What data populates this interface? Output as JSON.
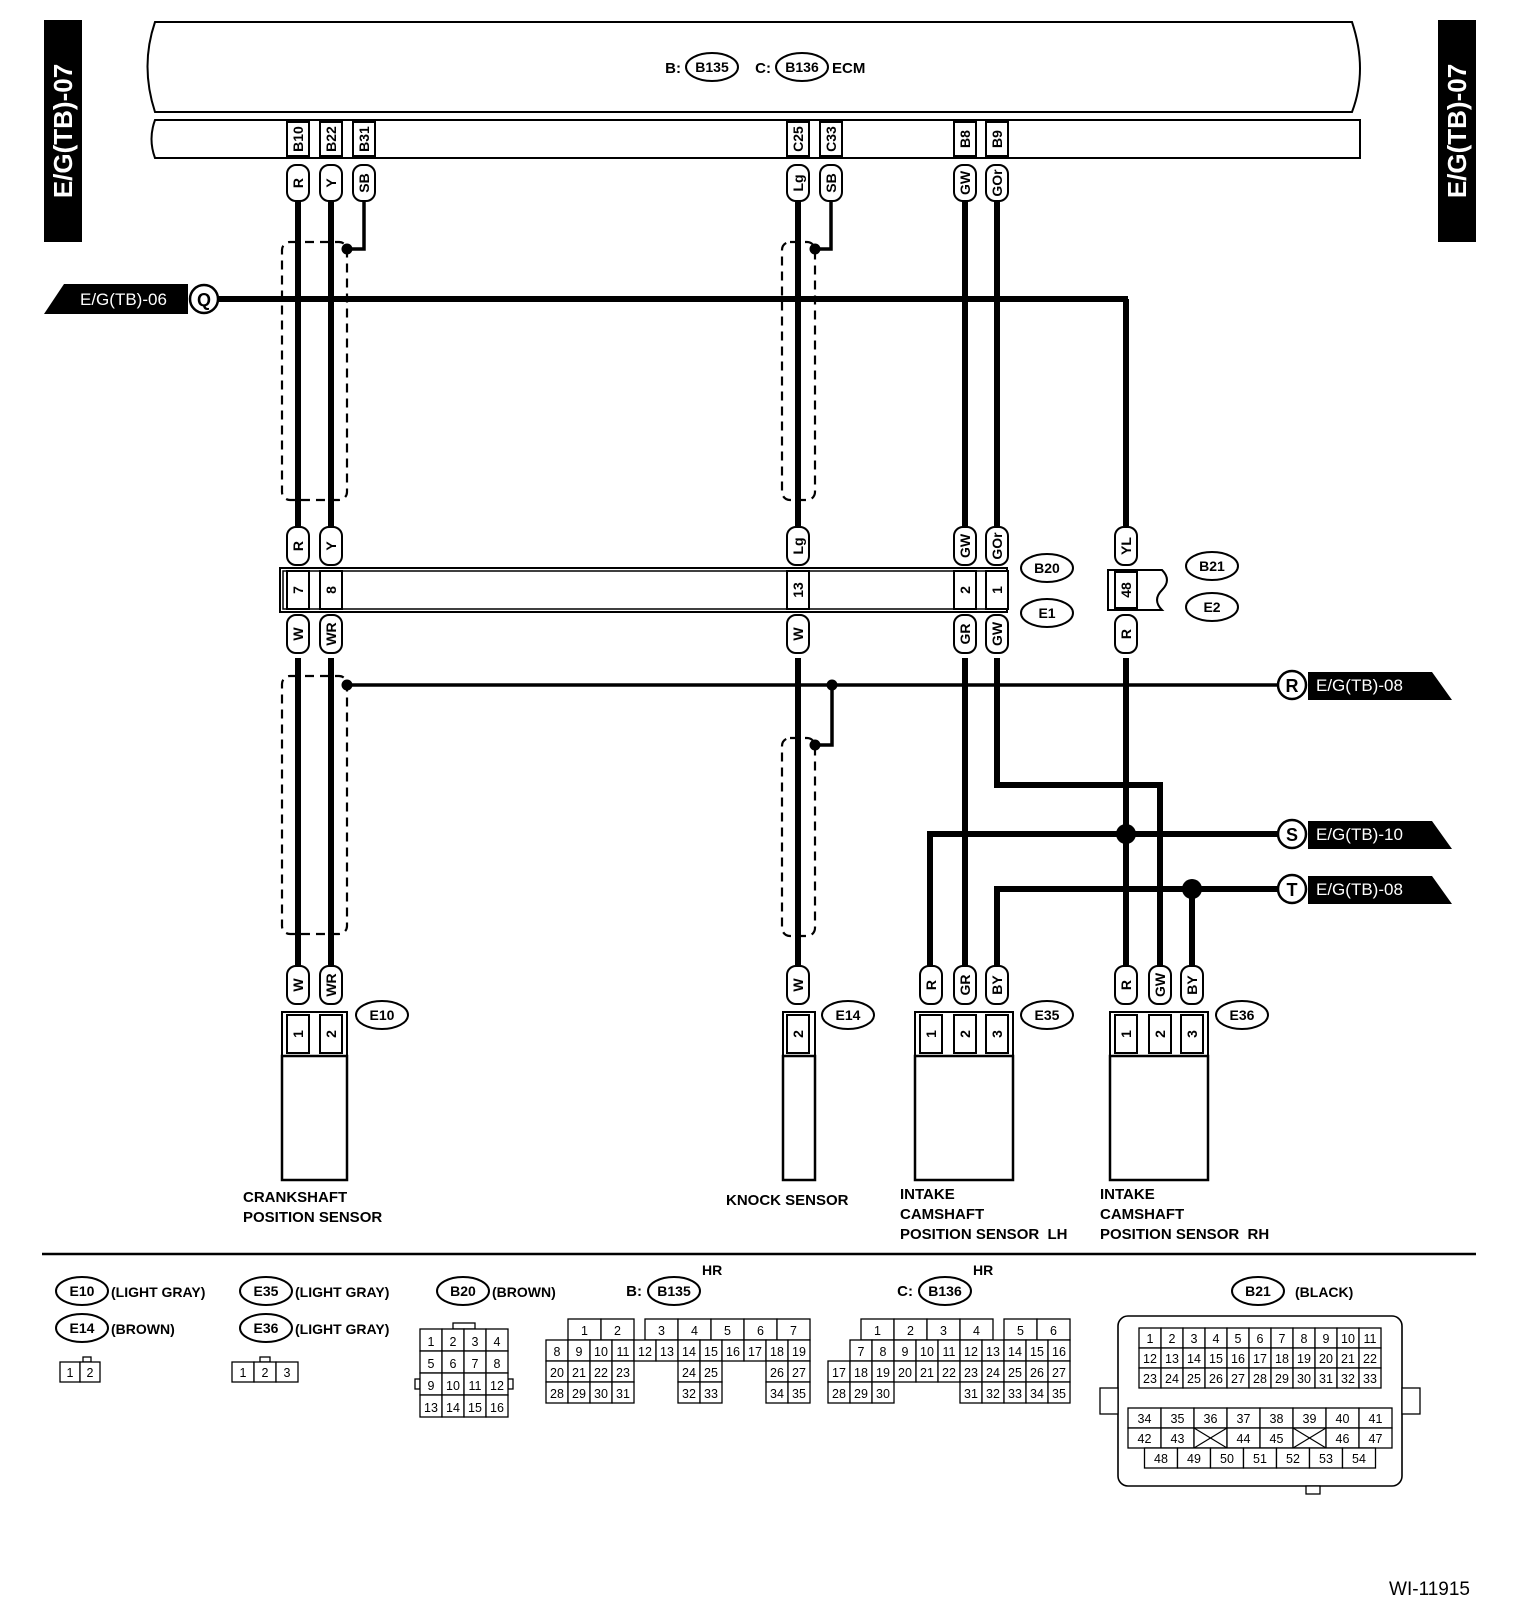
{
  "page": {
    "diagram_id": "WI-11915",
    "section_label": "E/G(TB)-07"
  },
  "ecm": {
    "label_b": "B:",
    "conn_b": "B135",
    "label_c": "C:",
    "conn_c": "B136",
    "name": "ECM"
  },
  "ecm_pins": [
    {
      "pin": "B10",
      "wire": "R"
    },
    {
      "pin": "B22",
      "wire": "Y"
    },
    {
      "pin": "B31",
      "wire": "SB"
    },
    {
      "pin": "C25",
      "wire": "Lg"
    },
    {
      "pin": "C33",
      "wire": "SB"
    },
    {
      "pin": "B8",
      "wire": "GW"
    },
    {
      "pin": "B9",
      "wire": "GOr"
    }
  ],
  "refs": {
    "q": {
      "letter": "Q",
      "text": "E/G(TB)-06"
    },
    "r": {
      "letter": "R",
      "text": "E/G(TB)-08"
    },
    "s": {
      "letter": "S",
      "text": "E/G(TB)-10"
    },
    "t": {
      "letter": "T",
      "text": "E/G(TB)-08"
    }
  },
  "junction_b20_e1": {
    "top_conn": "B20",
    "bottom_conn": "E1",
    "pins": [
      {
        "top_wire": "R",
        "pin": "7",
        "bottom_wire": "W"
      },
      {
        "top_wire": "Y",
        "pin": "8",
        "bottom_wire": "WR"
      },
      {
        "top_wire": "Lg",
        "pin": "13",
        "bottom_wire": "W"
      },
      {
        "top_wire": "GW",
        "pin": "2",
        "bottom_wire": "GR"
      },
      {
        "top_wire": "GOr",
        "pin": "1",
        "bottom_wire": "GW"
      }
    ]
  },
  "junction_b21_e2": {
    "top_conn": "B21",
    "bottom_conn": "E2",
    "top_wire": "YL",
    "pin": "48",
    "bottom_wire": "R"
  },
  "sensors": [
    {
      "conn": "E10",
      "wires": [
        "W",
        "WR"
      ],
      "pins": [
        "1",
        "2"
      ],
      "name_lines": [
        "CRANKSHAFT",
        "POSITION SENSOR"
      ]
    },
    {
      "conn": "E14",
      "wires": [
        "W"
      ],
      "pins": [
        "2"
      ],
      "name_lines": [
        "KNOCK SENSOR"
      ]
    },
    {
      "conn": "E35",
      "wires": [
        "R",
        "GR",
        "BY"
      ],
      "pins": [
        "1",
        "2",
        "3"
      ],
      "name_lines": [
        "INTAKE",
        "CAMSHAFT",
        "POSITION SENSOR  LH"
      ]
    },
    {
      "conn": "E36",
      "wires": [
        "R",
        "GW",
        "BY"
      ],
      "pins": [
        "1",
        "2",
        "3"
      ],
      "name_lines": [
        "INTAKE",
        "CAMSHAFT",
        "POSITION SENSOR  RH"
      ]
    }
  ],
  "legend": {
    "e10": {
      "conn": "E10",
      "color": "(LIGHT GRAY)"
    },
    "e14": {
      "conn": "E14",
      "color": "(BROWN)"
    },
    "e35": {
      "conn": "E35",
      "color": "(LIGHT GRAY)"
    },
    "e36": {
      "conn": "E36",
      "color": "(LIGHT GRAY)"
    },
    "b20": {
      "conn": "B20",
      "color": "(BROWN)"
    },
    "b135": {
      "prefix": "B:",
      "conn": "B135",
      "sup": "HR"
    },
    "b136": {
      "prefix": "C:",
      "conn": "B136",
      "sup": "HR"
    },
    "b21": {
      "conn": "B21",
      "color": "(BLACK)"
    }
  },
  "connector_faces": {
    "two_pin": [
      "1",
      "2"
    ],
    "three_pin": [
      "1",
      "2",
      "3"
    ],
    "b20": [
      [
        "1",
        "2",
        "3",
        "4"
      ],
      [
        "5",
        "6",
        "7",
        "8"
      ],
      [
        "9",
        "10",
        "11",
        "12"
      ],
      [
        "13",
        "14",
        "15",
        "16"
      ]
    ],
    "b135": {
      "row1": [
        "1",
        "2",
        "",
        "3",
        "4",
        "5",
        "6",
        "7"
      ],
      "row2": [
        "8",
        "9",
        "10",
        "11",
        "12",
        "13",
        "14",
        "15",
        "16",
        "17",
        "18",
        "19"
      ],
      "row3": [
        "20",
        "21",
        "22",
        "23",
        "",
        "",
        "24",
        "25",
        "",
        "",
        "26",
        "27"
      ],
      "row4": [
        "28",
        "29",
        "30",
        "31",
        "",
        "",
        "32",
        "33",
        "",
        "",
        "34",
        "35"
      ]
    },
    "b136": {
      "row1": [
        "1",
        "2",
        "3",
        "4",
        "",
        "5",
        "6"
      ],
      "row2": [
        "7",
        "8",
        "9",
        "10",
        "11",
        "12",
        "13",
        "14",
        "15",
        "16"
      ],
      "row3": [
        "17",
        "18",
        "19",
        "20",
        "21",
        "22",
        "23",
        "24",
        "25",
        "26",
        "27"
      ],
      "row4": [
        "28",
        "29",
        "30",
        "",
        "",
        "",
        "31",
        "32",
        "33",
        "34",
        "35"
      ]
    },
    "b21": {
      "row1": [
        "1",
        "2",
        "3",
        "4",
        "5",
        "6",
        "7",
        "8",
        "9",
        "10",
        "11"
      ],
      "row2": [
        "12",
        "13",
        "14",
        "15",
        "16",
        "17",
        "18",
        "19",
        "20",
        "21",
        "22"
      ],
      "row3": [
        "23",
        "24",
        "25",
        "26",
        "27",
        "28",
        "29",
        "30",
        "31",
        "32",
        "33"
      ],
      "row4": [
        "34",
        "35",
        "36",
        "37",
        "38",
        "39",
        "40",
        "41"
      ],
      "row5": [
        "42",
        "43",
        "",
        "44",
        "45",
        "",
        "46",
        "47"
      ],
      "row6": [
        "48",
        "49",
        "50",
        "51",
        "52",
        "53",
        "54"
      ]
    }
  }
}
